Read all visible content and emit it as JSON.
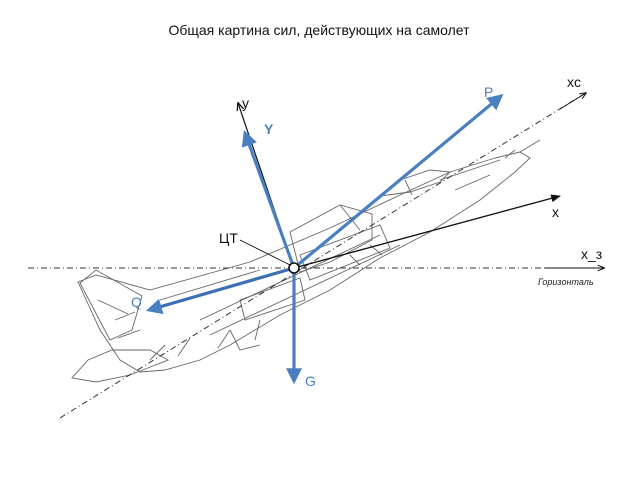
{
  "title": "Общая картина сил, действующих на самолет",
  "labels": {
    "xc": "xc",
    "x": "x",
    "x_z": "x_з",
    "horizon": "Горизонталь",
    "y_axis": "y",
    "Y": "Y",
    "P": "P",
    "Q": "Q",
    "G": "G",
    "ct": "ЦТ"
  },
  "colors": {
    "force": "#4a7fc1",
    "axis": "#111111",
    "aircraft": "#555555"
  }
}
